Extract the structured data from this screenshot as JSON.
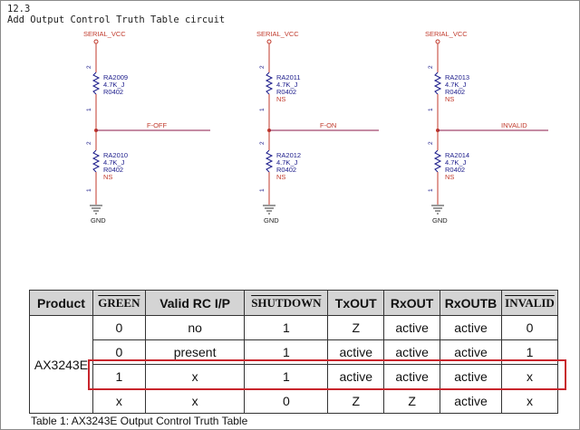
{
  "heading": {
    "line1": "12.3",
    "line2": "Add Output Control Truth Table circuit"
  },
  "schematic": {
    "circuits": [
      {
        "vcc": "SERIAL_VCC",
        "top_ref": "RA2009",
        "top_value": "4.7K_J",
        "top_pkg": "R0402",
        "top_ns": "",
        "net": "F-OFF",
        "bot_ref": "RA2010",
        "bot_value": "4.7K_J",
        "bot_pkg": "R0402",
        "bot_ns": "NS",
        "gnd": "GND",
        "pin_top": "2",
        "pin_mid": "1",
        "pin_mid2": "2",
        "pin_bot": "1"
      },
      {
        "vcc": "SERIAL_VCC",
        "top_ref": "RA2011",
        "top_value": "4.7K_J",
        "top_pkg": "R0402",
        "top_ns": "NS",
        "net": "F-ON",
        "bot_ref": "RA2012",
        "bot_value": "4.7K_J",
        "bot_pkg": "R0402",
        "bot_ns": "NS",
        "gnd": "GND",
        "pin_top": "2",
        "pin_mid": "1",
        "pin_mid2": "2",
        "pin_bot": "1"
      },
      {
        "vcc": "SERIAL_VCC",
        "top_ref": "RA2013",
        "top_value": "4.7K_J",
        "top_pkg": "R0402",
        "top_ns": "NS",
        "net": "INVALID",
        "bot_ref": "RA2014",
        "bot_value": "4.7K_J",
        "bot_pkg": "R0402",
        "bot_ns": "NS",
        "gnd": "GND",
        "pin_top": "2",
        "pin_mid": "1",
        "pin_mid2": "2",
        "pin_bot": "1"
      }
    ],
    "colors": {
      "wire": "#c0392b",
      "text": "#1a1a8a",
      "net": "#8b1a4a"
    }
  },
  "table": {
    "headers": [
      "Product",
      "GREEN",
      "Valid RC I/P",
      "SHUTDOWN",
      "TxOUT",
      "RxOUT",
      "RxOUTB",
      "INVALID"
    ],
    "product": "AX3243E",
    "rows": [
      [
        "0",
        "no",
        "1",
        "Z",
        "active",
        "active",
        "0"
      ],
      [
        "0",
        "present",
        "1",
        "active",
        "active",
        "active",
        "1"
      ],
      [
        "1",
        "x",
        "1",
        "active",
        "active",
        "active",
        "x"
      ],
      [
        "x",
        "x",
        "0",
        "Z",
        "Z",
        "active",
        "x"
      ]
    ]
  },
  "caption": "Table 1: AX3243E Output Control Truth Table",
  "highlight_color": "#c8252c"
}
